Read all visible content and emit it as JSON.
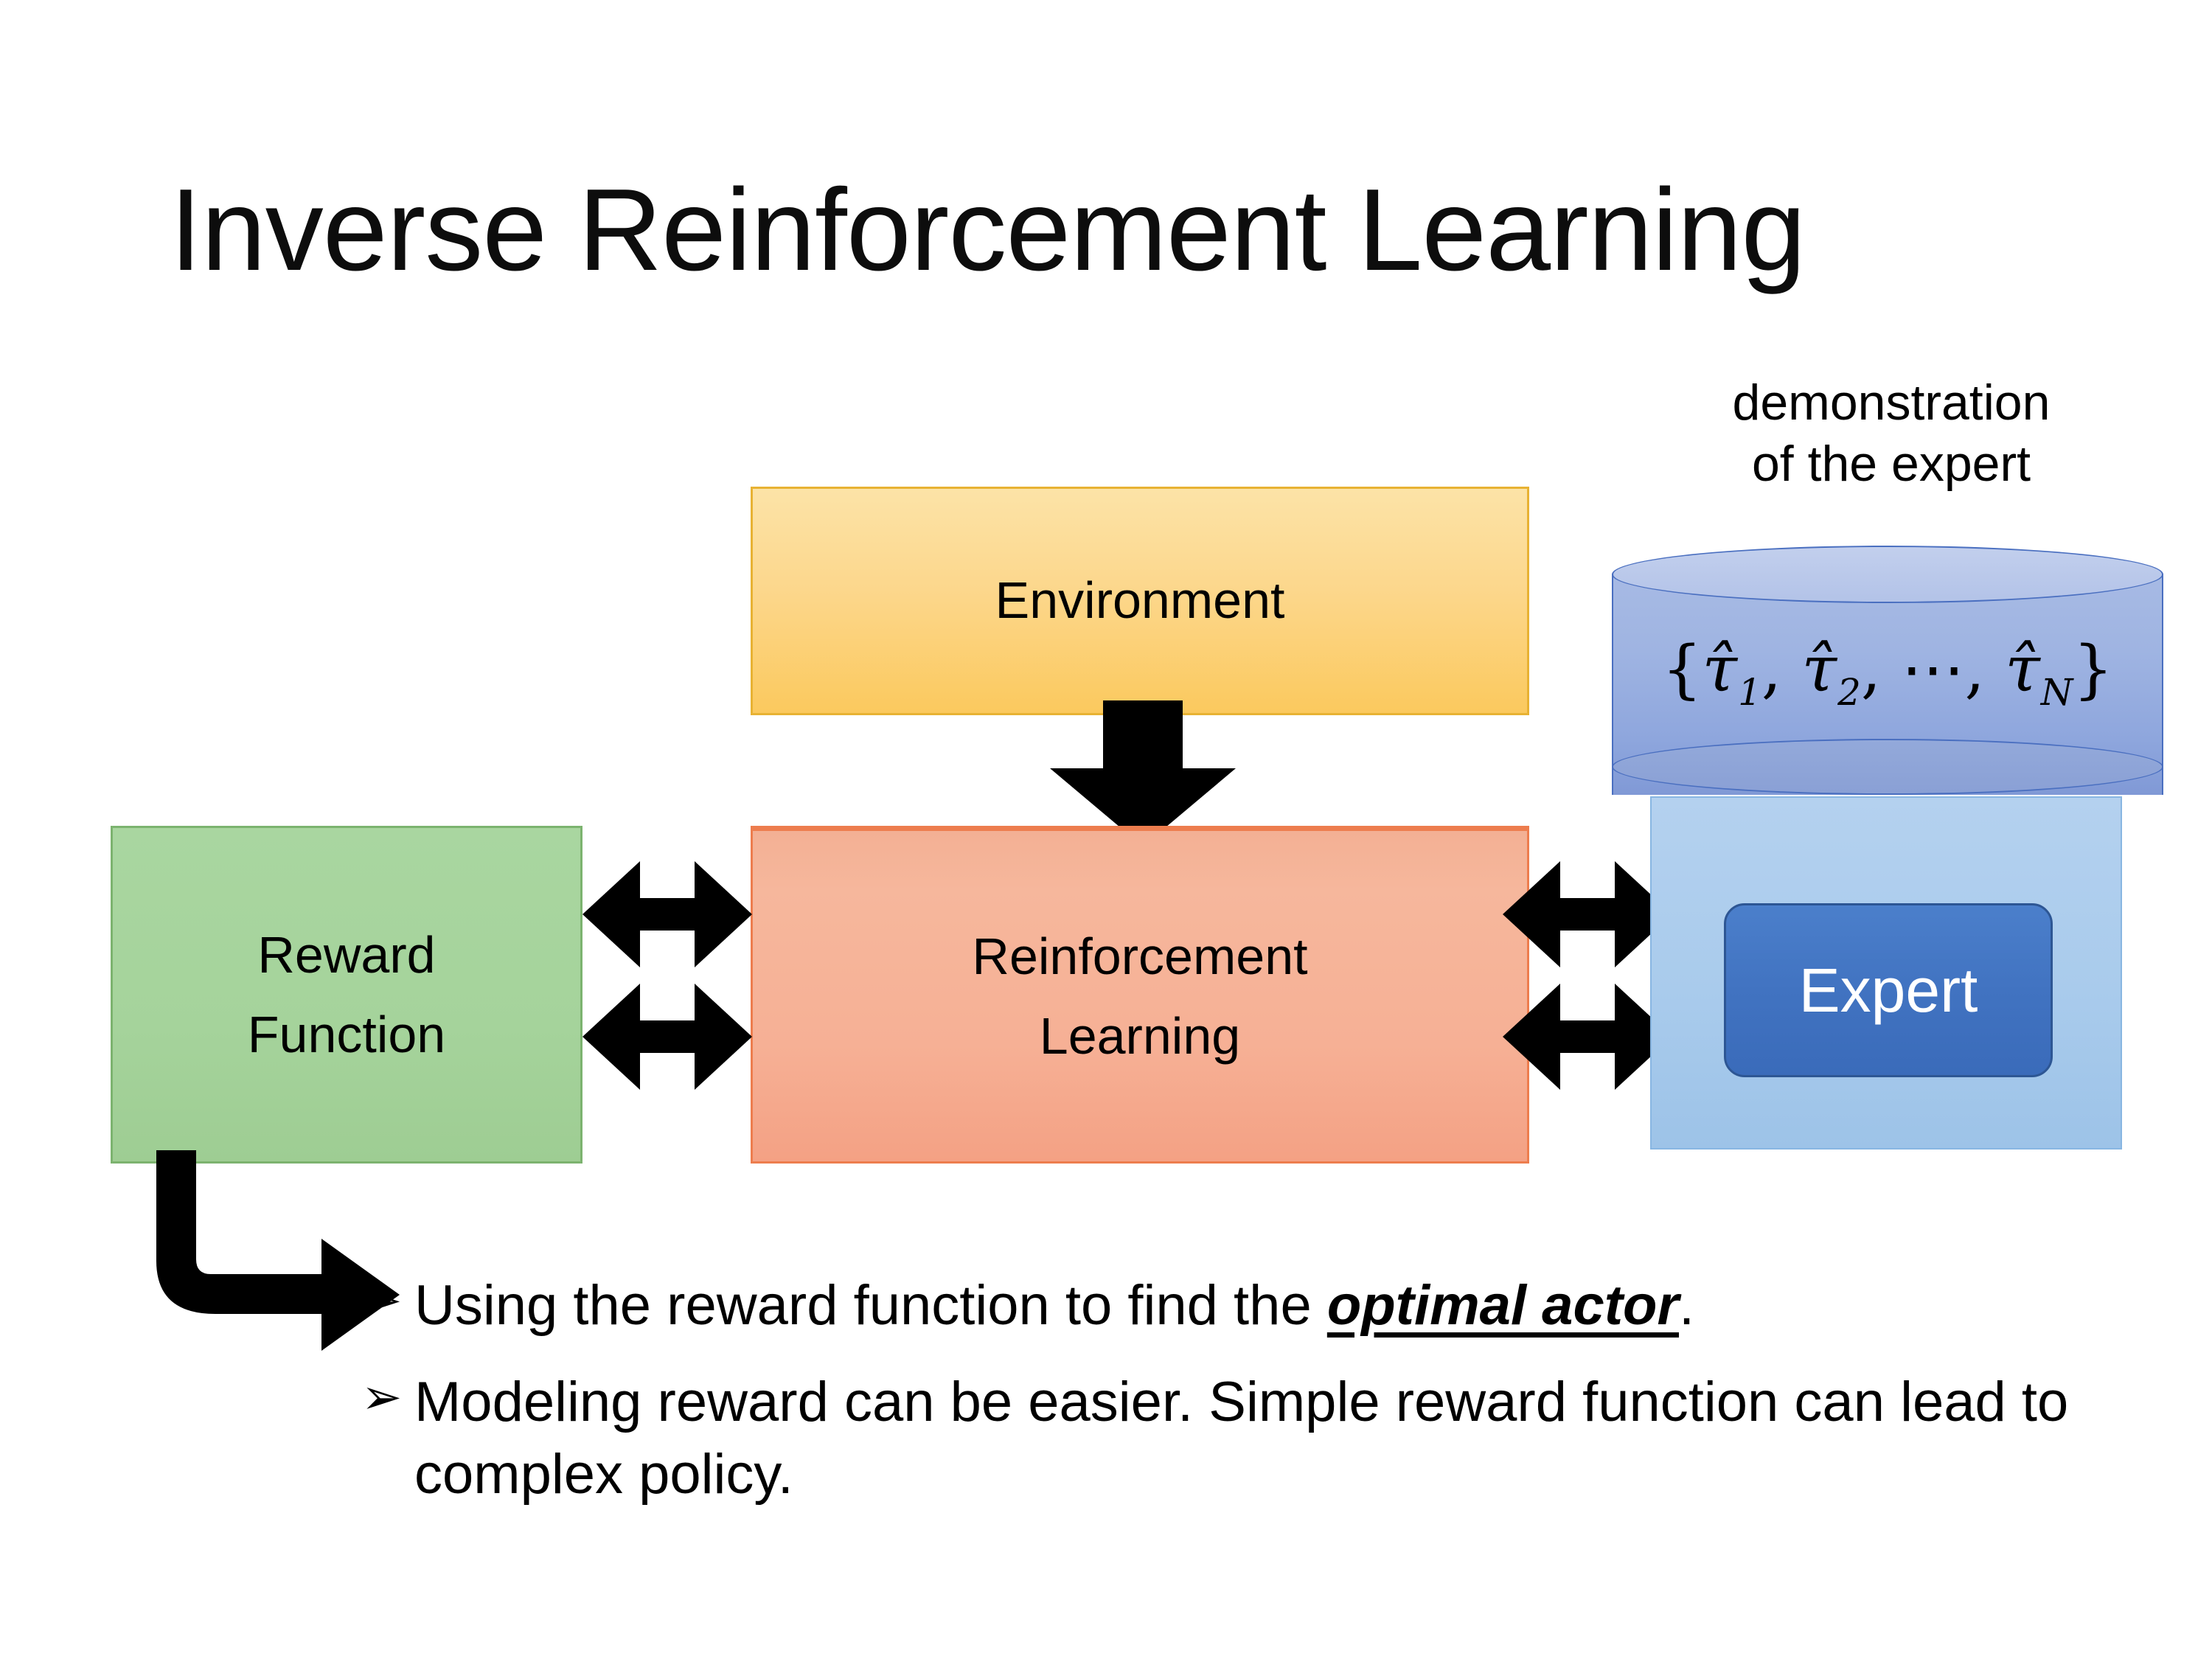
{
  "slide": {
    "title": "Inverse Reinforcement Learning",
    "background_color": "#FFFFFF"
  },
  "diagram": {
    "environment": {
      "label": "Environment",
      "fill_top": "#FCE3A7",
      "fill_bottom": "#FBC95E",
      "border": "#E8B233"
    },
    "reinforcement_learning": {
      "label_line1": "Reinforcement",
      "label_line2": "Learning",
      "fill_top": "#F3B094",
      "fill_bottom": "#F4A184",
      "border": "#ED7D4E"
    },
    "reward_function": {
      "label_line1": "Reward",
      "label_line2": "Function",
      "fill_top": "#A9D6A0",
      "fill_bottom": "#9ECD93",
      "border": "#7CB36F"
    },
    "demonstration": {
      "caption_line1": "demonstration",
      "caption_line2": "of the expert",
      "cylinder_formula_open": "{",
      "cylinder_formula_items": [
        "τ̂",
        "1",
        "τ̂",
        "2",
        "⋯",
        "τ̂",
        "N"
      ],
      "cylinder_formula_plain": "{τ̂₁, τ̂₂, ⋯, τ̂N}",
      "cylinder_fill_top": "#C2CFED",
      "cylinder_fill_body": "#9FB4E2",
      "cylinder_border": "#4A6FC0"
    },
    "expert": {
      "label": "Expert",
      "fill": "#4173C1",
      "border": "#2D5694",
      "text_color": "#FFFFFF",
      "panel_fill_top": "#B4D1EF",
      "panel_fill_bottom": "#9DC3E8"
    },
    "arrows": {
      "environment_to_rl": "down-block-arrow",
      "reward_to_rl": "left-right-double-arrow",
      "rl_to_expert": "left-right-double-arrow",
      "reward_to_bullet": "bent-elbow-arrow",
      "color": "#000000"
    }
  },
  "bullets": [
    {
      "glyph": "➢",
      "text_before": "Using the reward function to find the ",
      "emphasis": "optimal actor",
      "text_after": "."
    },
    {
      "glyph": "➢",
      "text_before": "Modeling reward can be easier. Simple reward function can lead to complex policy.",
      "emphasis": "",
      "text_after": ""
    }
  ]
}
